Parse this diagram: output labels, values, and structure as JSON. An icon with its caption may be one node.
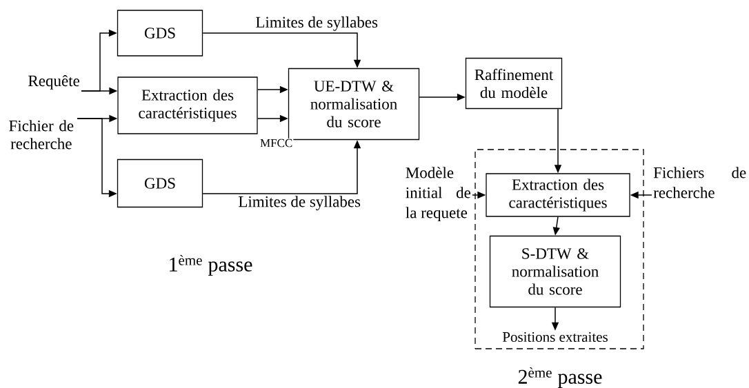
{
  "diagram": {
    "nodes": [
      {
        "text": [
          "Requête"
        ]
      },
      {
        "text": [
          "Fichier de recherche"
        ]
      },
      {
        "text": [
          "GDS"
        ]
      },
      {
        "text": [
          "Extraction des caractéristiques"
        ]
      },
      {
        "text": [
          "GDS"
        ]
      },
      {
        "text": [
          "UE-DTW & normalisation du score"
        ]
      },
      {
        "text": [
          "Raffinement du modèle"
        ]
      },
      {
        "text": [],
        "shape": "box"
      },
      {
        "text": [
          "Modèle initial de la requete"
        ]
      },
      {
        "text": [
          "Extraction des caractéristiques"
        ],
        "in": 7
      },
      {
        "text": [
          "Fichiers de recherche"
        ]
      },
      {
        "text": [
          "S-DTW & normalisation du score"
        ],
        "in": 7
      },
      {
        "text": [
          "Positions extraites"
        ],
        "in": 7
      }
    ],
    "edges": [
      {
        "from": 0,
        "to": 2,
        "arrow": "to"
      },
      {
        "from": 0,
        "to": 3,
        "arrow": "to"
      },
      {
        "from": 1,
        "to": 3,
        "arrow": "to"
      },
      {
        "from": 1,
        "to": 4,
        "arrow": "to"
      },
      {
        "from": 2,
        "to": 5,
        "arrow": "to",
        "label": "Limites de syllabes"
      },
      {
        "from": 3,
        "to": 5,
        "arrow": "to"
      },
      {
        "from": 3,
        "to": 5,
        "arrow": "to",
        "label": "MFCC"
      },
      {
        "from": 4,
        "to": 5,
        "arrow": "to",
        "label": "Limites de syllabes"
      },
      {
        "from": 5,
        "to": 6,
        "arrow": "to"
      },
      {
        "from": 6,
        "to": 9,
        "arrow": "to"
      },
      {
        "from": 8,
        "to": 9,
        "arrow": "to"
      },
      {
        "from": 10,
        "to": 9,
        "arrow": "to"
      },
      {
        "from": 9,
        "to": 11,
        "arrow": "to"
      },
      {
        "from": 11,
        "to": 12,
        "arrow": "to"
      }
    ],
    "labels": [
      "1$^{ème}$ passe",
      "2$^{ème}$ passe"
    ]
  }
}
